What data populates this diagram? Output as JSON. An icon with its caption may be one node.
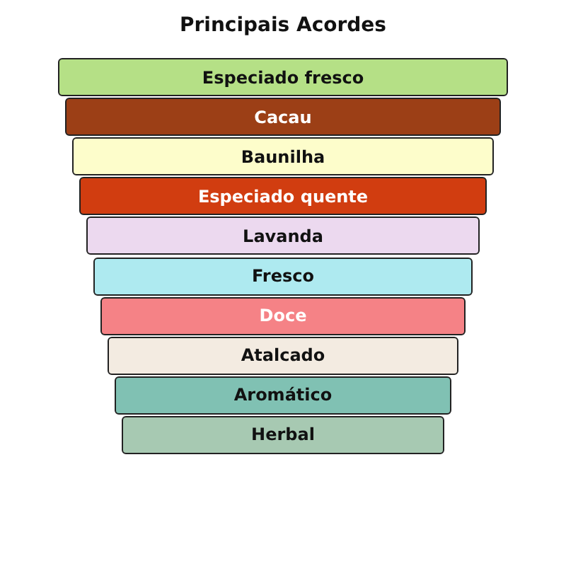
{
  "diagram": {
    "title": "Principais Acordes",
    "nodes": [
      {
        "text": [
          "Especiado fresco"
        ]
      },
      {
        "text": [
          "Cacau"
        ]
      },
      {
        "text": [
          "Baunilha"
        ]
      },
      {
        "text": [
          "Especiado quente"
        ]
      },
      {
        "text": [
          "Lavanda"
        ]
      },
      {
        "text": [
          "Fresco"
        ]
      },
      {
        "text": [
          "Doce"
        ]
      },
      {
        "text": [
          "Atalcado"
        ]
      },
      {
        "text": [
          "Aromático"
        ]
      },
      {
        "text": [
          "Herbal"
        ]
      }
    ]
  }
}
